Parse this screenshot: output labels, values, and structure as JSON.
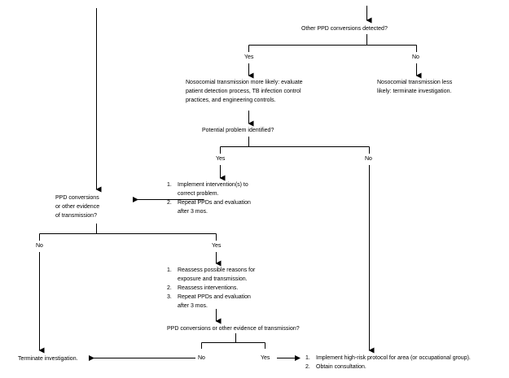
{
  "diagram": {
    "title": "PPD conversion investigation flowchart",
    "line_color": "#000000",
    "text_color": "#000000",
    "background": "#ffffff"
  },
  "nodes": {
    "other_ppd_question": "Other PPD conversions detected?",
    "nosocomial_more_likely": "Nosocomial transmission more likely: evaluate\npatient detection process, TB infection control\npractices, and engineering controls.",
    "nosocomial_less_likely": "Nosocomial transmission less\nlikely: terminate investigation.",
    "potential_problem_question": "Potential problem identified?",
    "ppd_conversions_evidence_question": "PPD conversions\nor other evidence\nof transmission?",
    "ppd_conversions_evidence_question_2": "PPD conversions or other evidence of transmission?",
    "terminate_investigation": "Terminate investigation."
  },
  "lists": {
    "intervention_steps": [
      {
        "num": "1.",
        "lines": [
          "Implement intervention(s) to",
          "correct problem."
        ]
      },
      {
        "num": "2.",
        "lines": [
          "Repeat PPDs and evaluation",
          "after 3 mos."
        ]
      }
    ],
    "reassess_steps": [
      {
        "num": "1.",
        "lines": [
          "Reassess possible reasons for",
          "exposure and transmission."
        ]
      },
      {
        "num": "2.",
        "lines": [
          "Reassess interventions."
        ]
      },
      {
        "num": "3.",
        "lines": [
          "Repeat PPDs and evaluation",
          "after 3 mos."
        ]
      }
    ],
    "high_risk_steps": [
      {
        "num": "1.",
        "lines": [
          "Implement high-risk protocol for area (or occupational group)."
        ]
      },
      {
        "num": "2.",
        "lines": [
          "Obtain consultation."
        ]
      }
    ]
  },
  "branch_labels": {
    "q1_yes": "Yes",
    "q1_no": "No",
    "q2_yes": "Yes",
    "q2_no": "No",
    "q3_no": "No",
    "q3_yes": "Yes",
    "q4_no": "No",
    "q4_yes": "Yes"
  }
}
